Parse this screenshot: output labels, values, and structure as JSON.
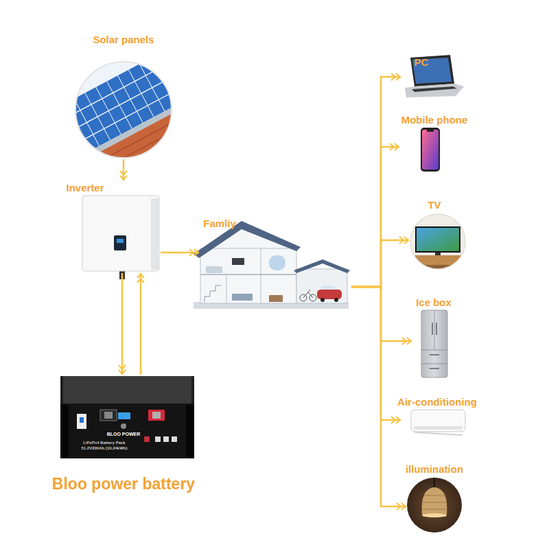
{
  "diagram": {
    "nodes": [
      {
        "text": [
          "Solar panels"
        ]
      },
      {
        "text": [
          "Inverter"
        ]
      },
      {
        "text": [
          "Famliy"
        ]
      },
      {
        "text": [
          "PC"
        ]
      },
      {
        "text": [
          "Mobile phone"
        ]
      },
      {
        "text": [
          "TV"
        ]
      },
      {
        "text": [
          "Ice box"
        ]
      },
      {
        "text": [
          "Air-conditioning"
        ]
      },
      {
        "text": [
          "illumination"
        ]
      },
      {
        "text": [
          "Bloo power battery"
        ]
      }
    ],
    "edges": [
      {
        "from": 0,
        "to": 1,
        "arrow": "to"
      },
      {
        "from": 1,
        "to": 9,
        "arrow": "to"
      },
      {
        "from": 9,
        "to": 1,
        "arrow": "to"
      },
      {
        "from": 1,
        "to": 2,
        "arrow": "to"
      },
      {
        "from": 2,
        "to": 3,
        "arrow": "to"
      },
      {
        "from": 2,
        "to": 4,
        "arrow": "to"
      },
      {
        "from": 2,
        "to": 5,
        "arrow": "to"
      },
      {
        "from": 2,
        "to": 6,
        "arrow": "to"
      },
      {
        "from": 2,
        "to": 7,
        "arrow": "to"
      },
      {
        "from": 2,
        "to": 8,
        "arrow": "to"
      }
    ],
    "labels": [
      "BLOO POWER",
      "LiFePo4 Battery Pack",
      "51.2V200Ah (10.24kWh)"
    ]
  }
}
